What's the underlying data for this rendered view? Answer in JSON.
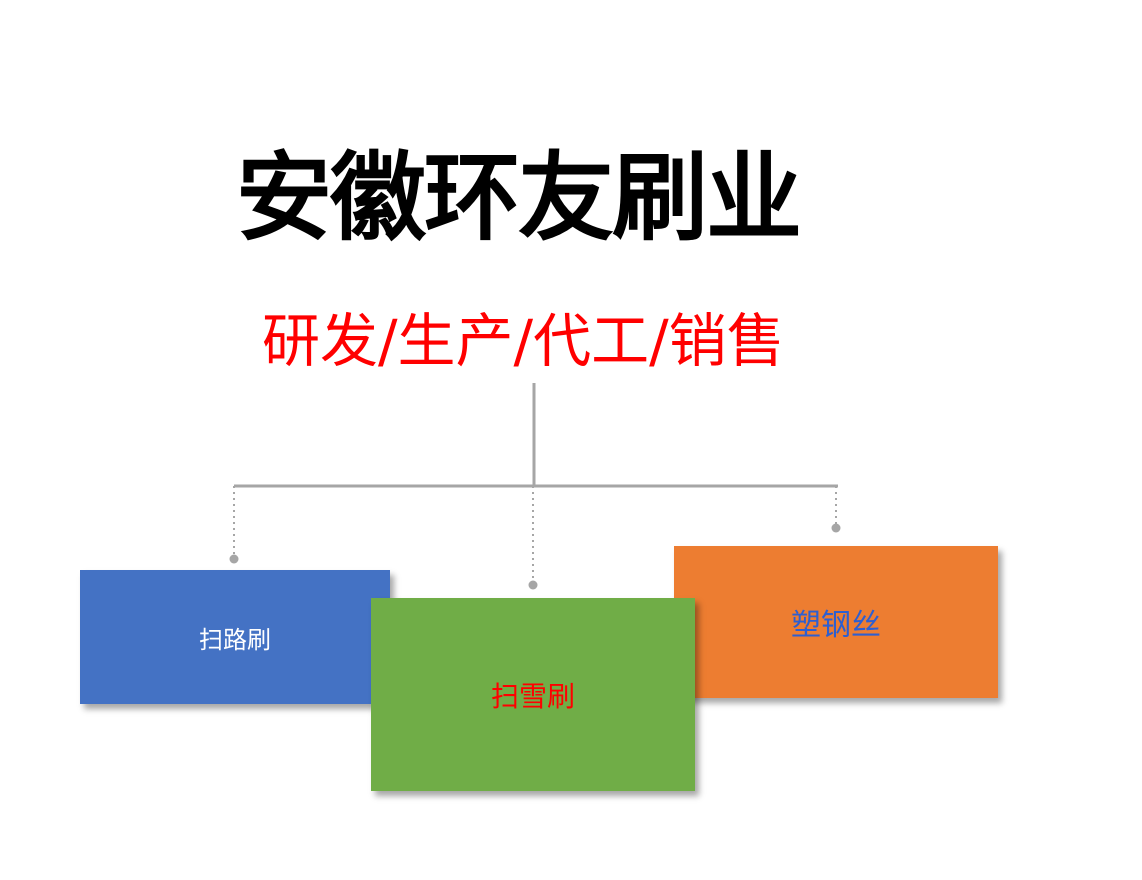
{
  "title": "安徽环友刷业",
  "subtitle": "研发/生产/代工/销售",
  "colors": {
    "title": "#000000",
    "subtitle": "#ff0000",
    "connector": "#a6a6a6",
    "blue_box": "#4472c4",
    "green_box": "#70ad47",
    "orange_box": "#ed7d31",
    "blue_box_text": "#ffffff",
    "green_box_text": "#ff0000",
    "orange_box_text": "#2e5fd0"
  },
  "boxes": [
    {
      "label": "扫路刷"
    },
    {
      "label": "扫雪刷"
    },
    {
      "label": "塑钢丝"
    }
  ]
}
